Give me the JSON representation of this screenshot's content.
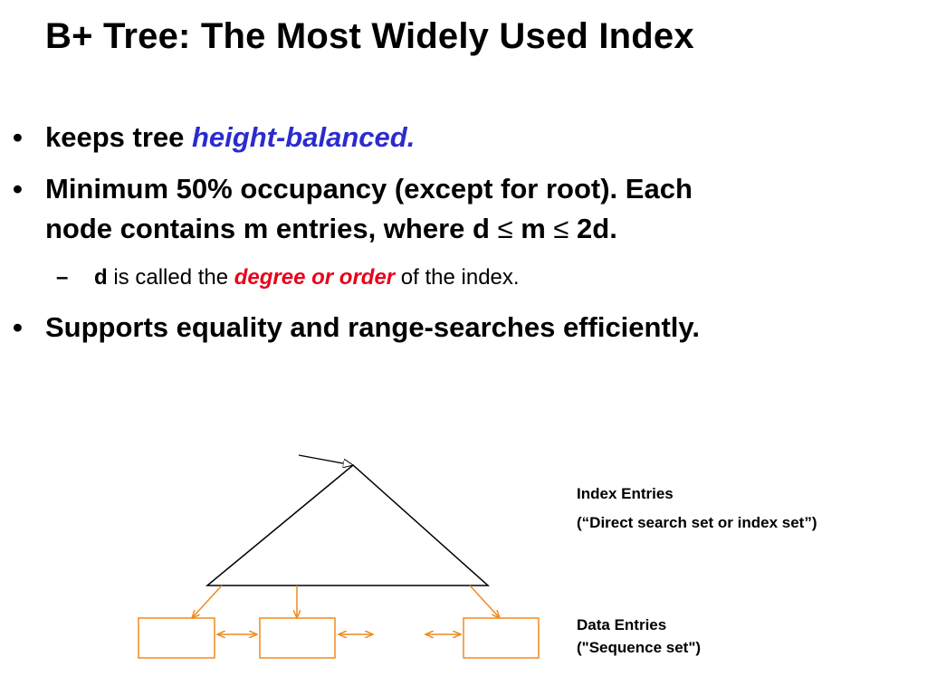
{
  "slide": {
    "title": "B+ Tree:  The Most Widely Used Index",
    "bullet_symbol": "•",
    "sub_symbol": "–",
    "bullets": [
      {
        "prefix": "keeps tree ",
        "emph": "height-balanced."
      },
      {
        "line1": "Minimum 50% occupancy (except for root).  Each",
        "line2_prefix": "node contains m entries, where  ",
        "d1": "d",
        "leq1": " ≤  ",
        "m": "m",
        "leq2": " ≤ ",
        "two": "2",
        "d2": "d",
        "period": "."
      },
      {
        "text": "Supports equality and range-searches efficiently."
      }
    ],
    "sub_bullet": {
      "d": "d",
      "middle": " is called the ",
      "emph": "degree or order",
      "suffix": " of  the index."
    }
  },
  "diagram": {
    "index_label": "Index Entries",
    "index_sublabel": "(“Direct search set or index set”)",
    "data_label": "Data Entries",
    "data_sublabel": "(\"Sequence set\")",
    "colors": {
      "tree": "#000000",
      "leaf": "#f08a1c"
    }
  }
}
